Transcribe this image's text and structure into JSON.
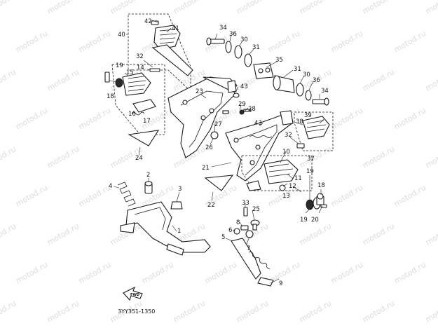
{
  "watermark": {
    "text": "motod.ru"
  },
  "diagram_code": "3YY351-1350",
  "front_arrow_label": "FWD",
  "callouts": [
    "40",
    "42",
    "41",
    "34",
    "36",
    "30",
    "31",
    "35",
    "31",
    "30",
    "36",
    "34",
    "32",
    "19",
    "14",
    "15",
    "18",
    "23",
    "43",
    "29",
    "28",
    "16",
    "17",
    "27",
    "26",
    "24",
    "43",
    "38",
    "39",
    "32",
    "10",
    "21",
    "37",
    "11",
    "12",
    "13",
    "19",
    "18",
    "4",
    "2",
    "3",
    "22",
    "33",
    "25",
    "8",
    "6",
    "5",
    "7",
    "20",
    "19",
    "1",
    "9"
  ],
  "colors": {
    "line": "#1a1a1a",
    "background": "#ffffff",
    "watermark": "#dcdcdc"
  }
}
